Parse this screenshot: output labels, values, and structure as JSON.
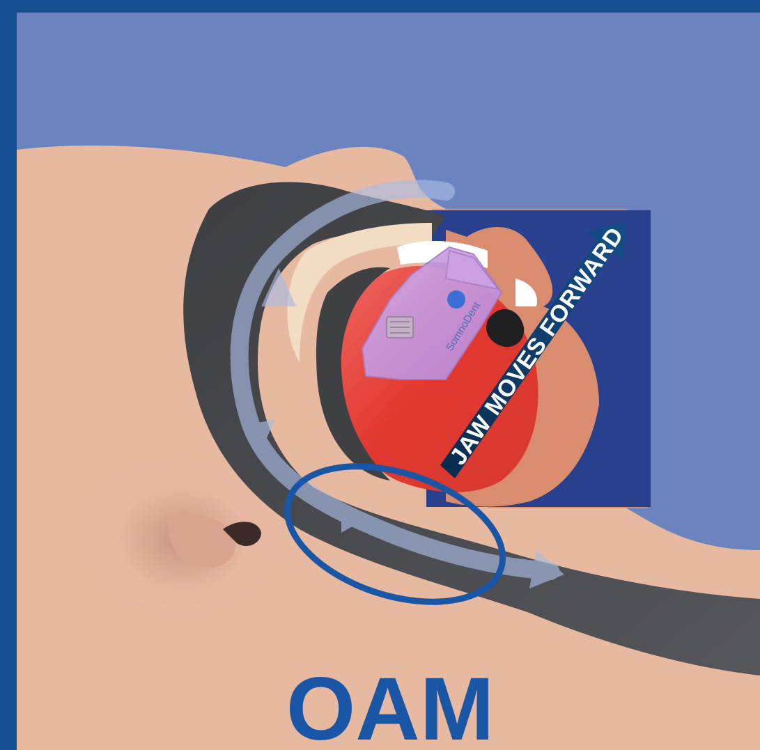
{
  "title": "OAM",
  "arrow_label": "JAW MOVES FORWARD",
  "device_brand": "SomnoDent",
  "colors": {
    "frame": "#14508f",
    "background": "#6b84c0",
    "skin": "#e8b9a1",
    "airway": "#4a4b4f",
    "tongue": "#e2372f",
    "highlight_box": "#28408d",
    "title": "#1a56a6",
    "ellipse": "#1a56a6"
  }
}
